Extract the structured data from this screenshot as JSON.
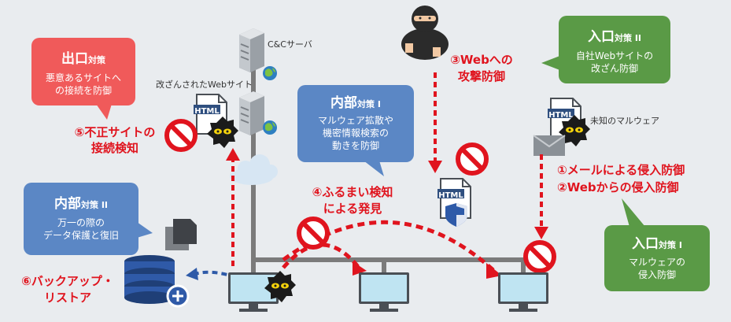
{
  "colors": {
    "red_bubble": "#f05a5a",
    "blue_bubble": "#5b87c5",
    "green_bubble": "#5a9a46",
    "red_text": "#e0141e",
    "network_line": "#7b7b7b"
  },
  "bubbles": {
    "exit": {
      "title_main": "出口",
      "title_sub": "対策",
      "lines": [
        "悪意あるサイトへ",
        "の接続を防御"
      ]
    },
    "entry2": {
      "title_main": "入口",
      "title_sub": "対策 II",
      "lines": [
        "自社Webサイトの",
        "改ざん防御"
      ]
    },
    "internal1": {
      "title_main": "内部",
      "title_sub": "対策 I",
      "lines": [
        "マルウェア拡散や",
        "機密情報検索の",
        "動きを防御"
      ]
    },
    "internal2": {
      "title_main": "内部",
      "title_sub": "対策 II",
      "lines": [
        "万一の際の",
        "データ保護と復旧"
      ]
    },
    "entry1": {
      "title_main": "入口",
      "title_sub": "対策 I",
      "lines": [
        "マルウェアの",
        "侵入防御"
      ]
    }
  },
  "labels": {
    "cc_server": "C&Cサーバ",
    "tampered_site": "改ざんされたWebサイト",
    "unknown_malware": "未知のマルウェア",
    "html": "HTML"
  },
  "red_labels": {
    "l5": [
      "⑤不正サイトの",
      "接続検知"
    ],
    "l3": [
      "③Webへの",
      "攻撃防御"
    ],
    "l4": [
      "④ふるまい検知",
      "による発見"
    ],
    "l1": "①メールによる侵入防御",
    "l2": "②Webからの侵入防御",
    "l6": [
      "⑥バックアップ・",
      "リストア"
    ]
  },
  "icons": {
    "server": "server-icon",
    "globe": "globe-icon",
    "cloud": "cloud-icon",
    "attacker": "attacker-icon",
    "malware": "malware-icon",
    "block": "prohibited-icon",
    "monitor": "monitor-icon",
    "database": "database-icon",
    "document": "document-icon",
    "envelope": "envelope-icon",
    "shield": "shield-icon"
  }
}
